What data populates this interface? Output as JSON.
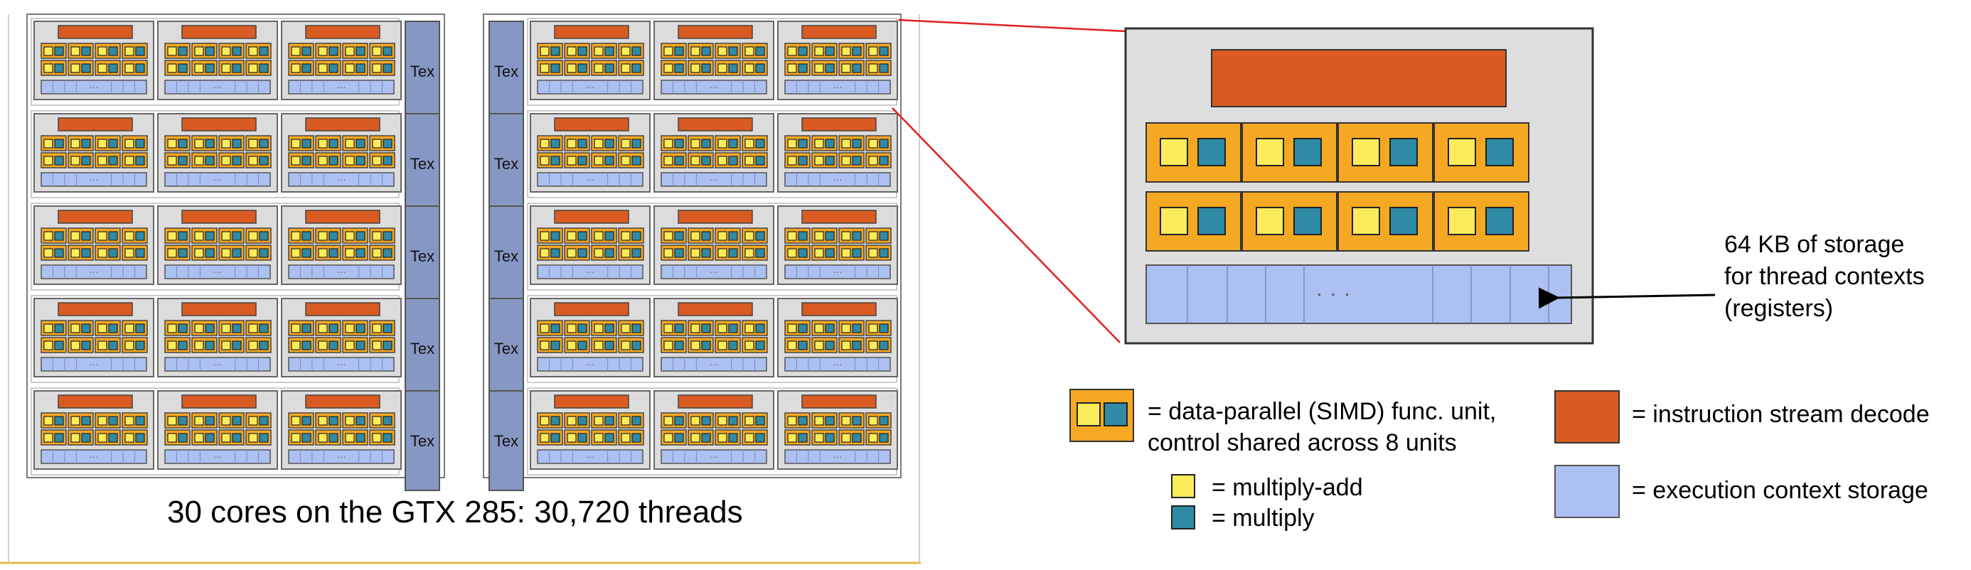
{
  "caption": "30 cores on the GTX 285: 30,720 threads",
  "tex_label": "Tex",
  "register_dots": "···",
  "zoom_dots": "· · ·",
  "storage_note": [
    "64 KB of storage",
    "for thread contexts",
    "(registers)"
  ],
  "legend": {
    "simd_text": [
      "= data-parallel (SIMD) func. unit,",
      "control shared across 8 units"
    ],
    "madd_text": "= multiply-add",
    "mul_text": "= multiply",
    "decode_text": "= instruction stream decode",
    "context_text": "= execution context storage"
  },
  "colors": {
    "core_bg": "#dcdcdc",
    "decode": "#d95b21",
    "simd": "#f5a822",
    "multiply_add": "#fbec5c",
    "multiply": "#2f8aa6",
    "context": "#adc0f2",
    "tex": "#8797c4",
    "zoom_line": "#e02020",
    "frame": "#7a7a7a",
    "bottom_rule": "#e6b84a"
  }
}
